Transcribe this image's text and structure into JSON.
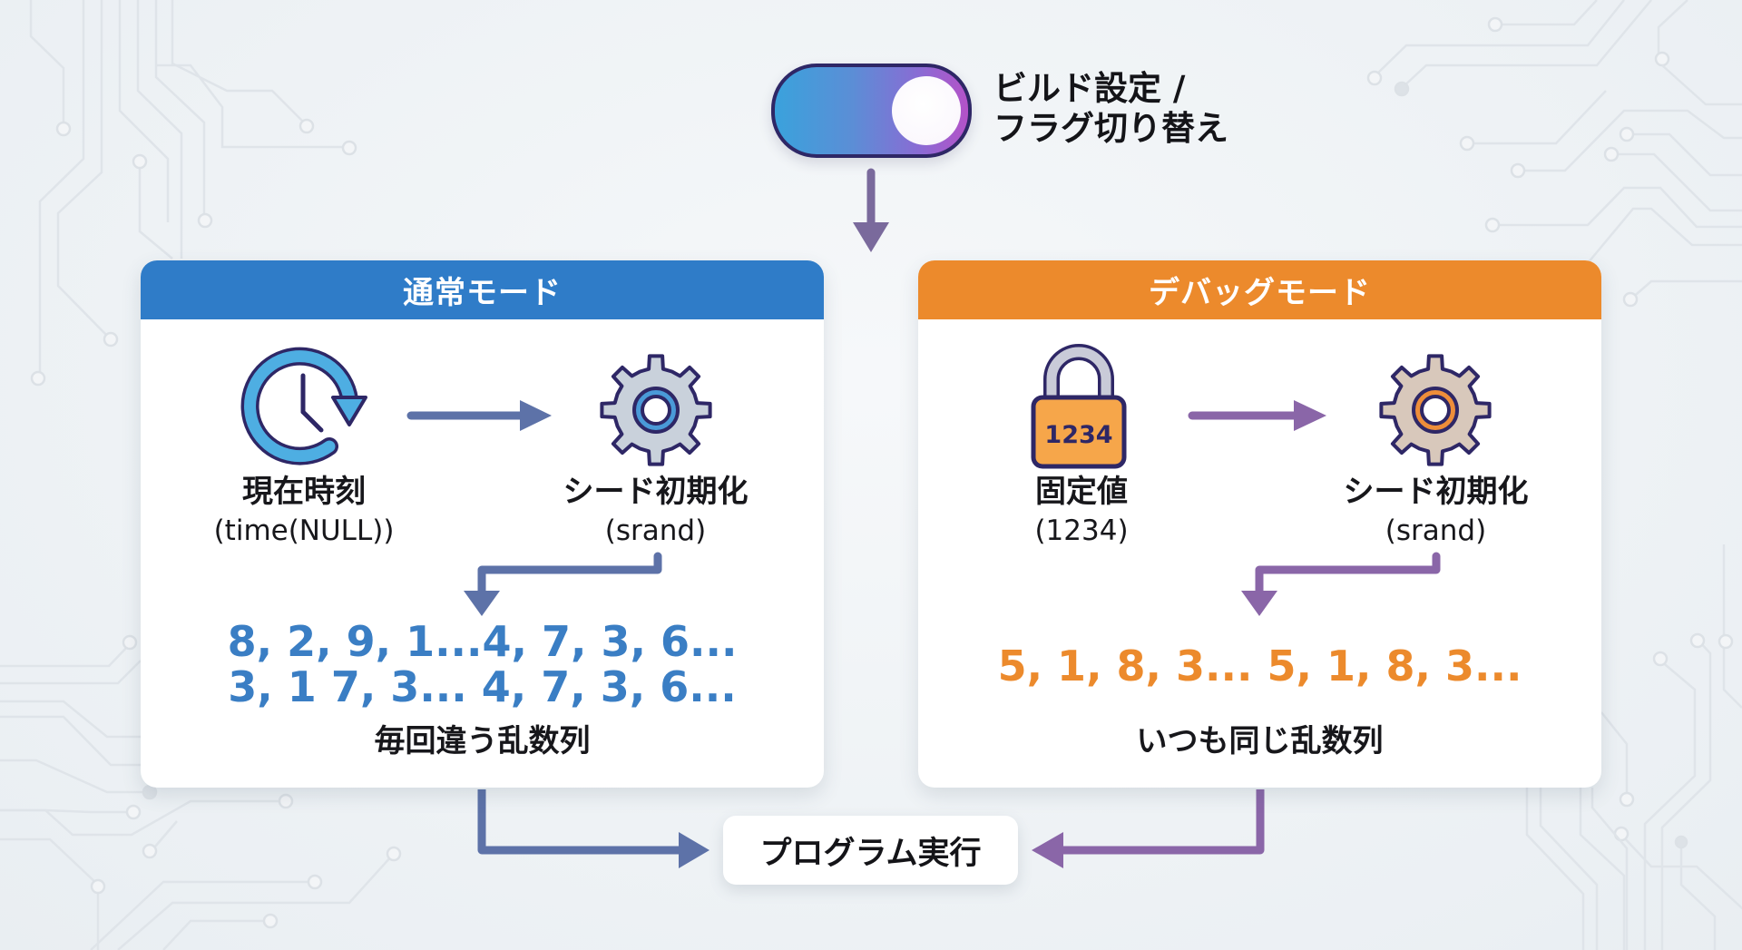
{
  "toggle": {
    "label_line1": "ビルド設定 /",
    "label_line2": "フラグ切り替え",
    "state": "on",
    "gradient_colors": [
      "#3aa2dc",
      "#b452c8"
    ]
  },
  "normal_mode": {
    "title": "通常モード",
    "header_color": "#2f7cc8",
    "source_icon": "clock-refresh-icon",
    "source_label": "現在時刻",
    "source_sub": "(time(NULL))",
    "gear_icon": "gear-icon",
    "seed_label": "シード初期化",
    "seed_sub": "(srand)",
    "sequence_line1": "8, 2, 9, 1...4, 7, 3, 6...",
    "sequence_line2": "3, 1 7, 3... 4, 7, 3, 6...",
    "sequence_color": "#3a7ec4",
    "caption": "毎回違う乱数列",
    "arrow_color": "#5d72a8"
  },
  "debug_mode": {
    "title": "デバッグモード",
    "header_color": "#ec8a2c",
    "source_icon": "padlock-icon",
    "lock_code": "1234",
    "source_label": "固定値",
    "source_sub": "(1234)",
    "gear_icon": "gear-icon",
    "seed_label": "シード初期化",
    "seed_sub": "(srand)",
    "sequence_line1": "5, 1, 8, 3... 5, 1, 8, 3...",
    "sequence_color": "#ec8a2c",
    "caption": "いつも同じ乱数列",
    "arrow_color": "#8a66a8"
  },
  "program": {
    "label": "プログラム実行"
  }
}
